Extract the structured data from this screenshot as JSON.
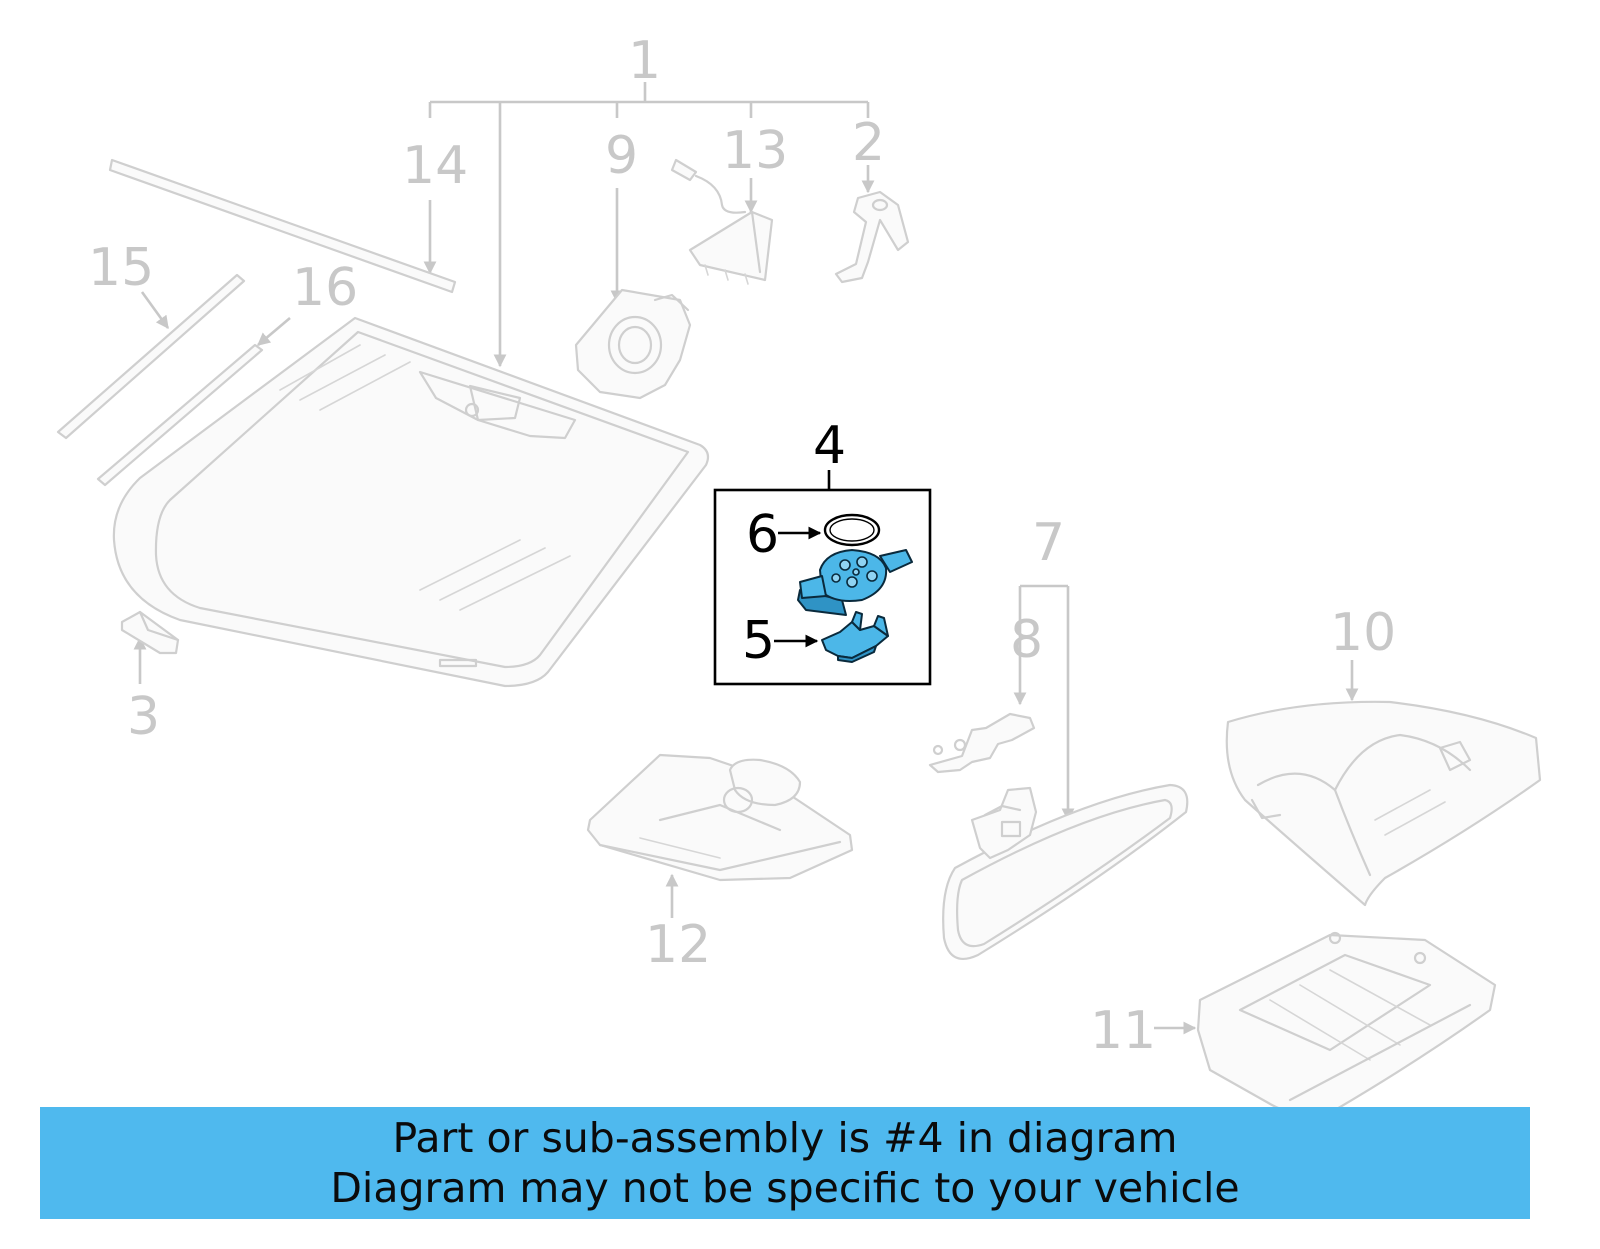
{
  "colors": {
    "background": "#ffffff",
    "ghost_parts": "#cfcfcf",
    "highlighted_part": "#4cb7e8",
    "banner": "#4fb9ee",
    "active_text": "#000000"
  },
  "diagram": {
    "highlighted_part": "4",
    "callouts": {
      "c1": "1",
      "c2": "2",
      "c3": "3",
      "c4": "4",
      "c5": "5",
      "c6": "6",
      "c7": "7",
      "c8": "8",
      "c9": "9",
      "c10": "10",
      "c11": "11",
      "c12": "12",
      "c13": "13",
      "c14": "14",
      "c15": "15",
      "c16": "16"
    }
  },
  "banner": {
    "line1": "Part or sub-assembly is #4 in diagram",
    "line2": "Diagram may not be specific to your vehicle"
  }
}
